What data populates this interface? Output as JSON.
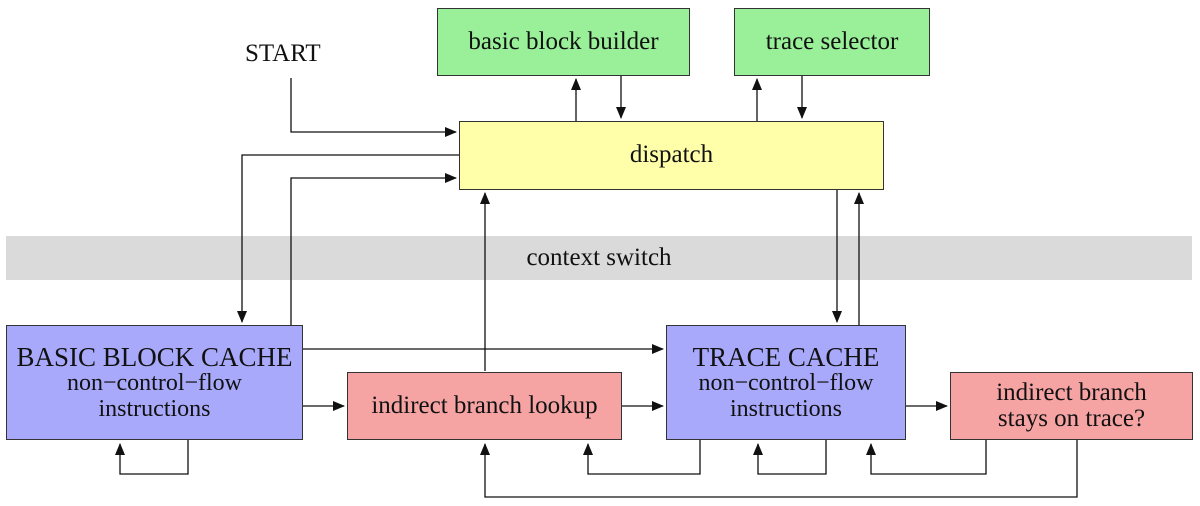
{
  "labels": {
    "start": "START",
    "context_switch": "context switch"
  },
  "boxes": {
    "basic_block_builder": "basic block builder",
    "trace_selector": "trace selector",
    "dispatch": "dispatch",
    "basic_block_cache": {
      "title": "BASIC BLOCK CACHE",
      "line1": "non−control−flow",
      "line2": "instructions"
    },
    "indirect_branch_lookup": "indirect branch lookup",
    "trace_cache": {
      "title": "TRACE CACHE",
      "line1": "non−control−flow",
      "line2": "instructions"
    },
    "indirect_branch_stays": {
      "line1": "indirect branch",
      "line2": "stays on trace?"
    }
  },
  "colors": {
    "green": "#99f099",
    "yellow": "#ffffaa",
    "blue": "#a9a9fb",
    "red": "#f5a3a3",
    "band": "#dadada"
  }
}
